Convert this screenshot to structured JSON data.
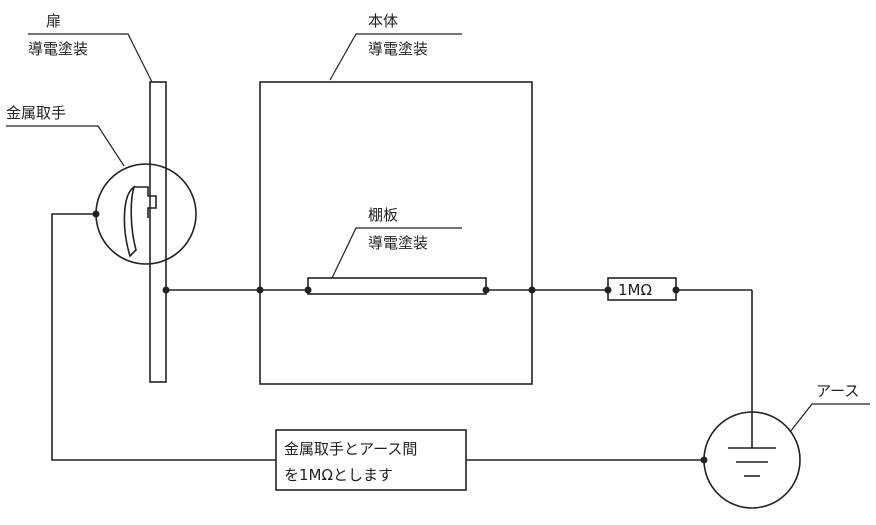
{
  "labels": {
    "door": "扉",
    "door_coating": "導電塗装",
    "metal_handle": "金属取手",
    "body": "本体",
    "body_coating": "導電塗装",
    "shelf": "棚板",
    "shelf_coating": "導電塗装",
    "resistor": "1MΩ",
    "earth": "アース",
    "note_line1": "金属取手とアース間",
    "note_line2": "を1MΩとします"
  }
}
